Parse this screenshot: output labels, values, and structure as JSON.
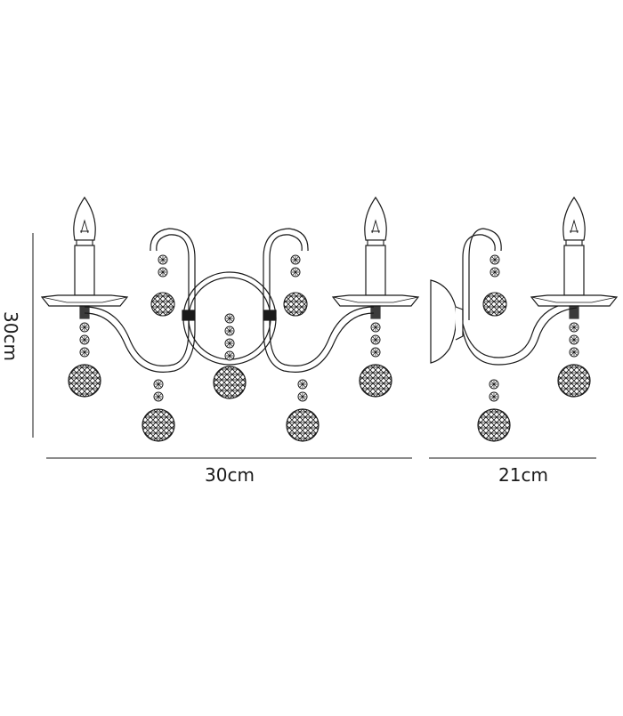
{
  "dimensions": {
    "width": "30cm",
    "depth": "21cm",
    "height": "30cm"
  },
  "colors": {
    "line": "#1a1a1a",
    "background": "#ffffff"
  },
  "views": {
    "front": "front-view",
    "side": "side-view"
  }
}
